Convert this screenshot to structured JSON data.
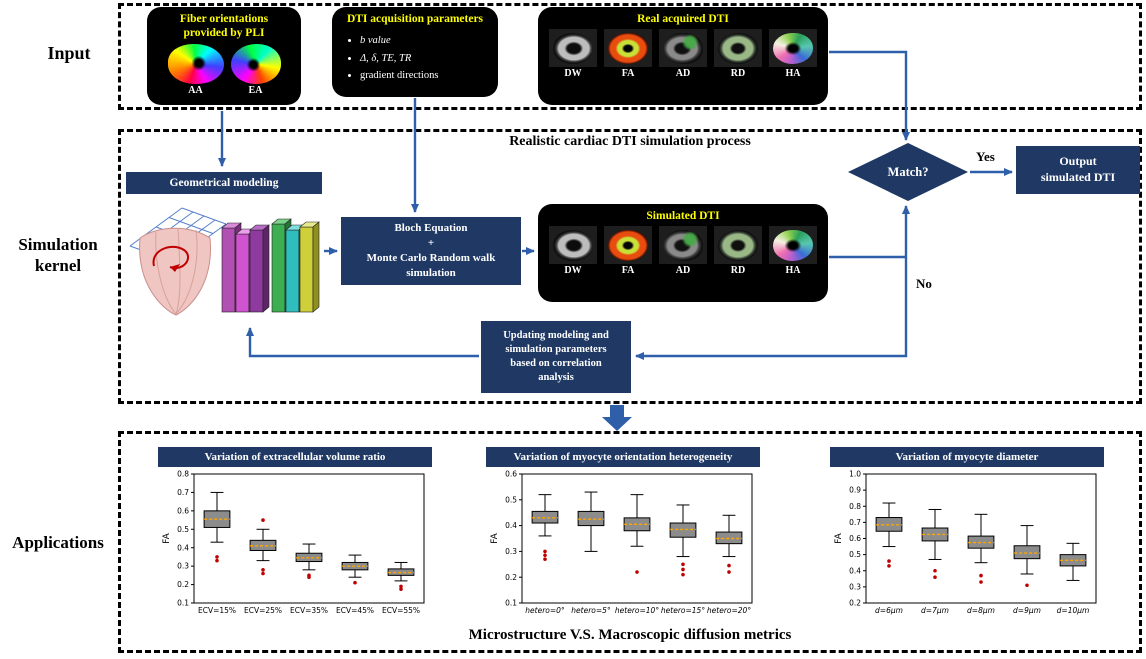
{
  "sections": {
    "input_label": "Input",
    "kernel_label": "Simulation kernel",
    "applications_label": "Applications"
  },
  "input": {
    "pli": {
      "title": "Fiber orientations\nprovided by PLI",
      "labels": [
        "AA",
        "EA"
      ]
    },
    "params": {
      "title": "DTI acquisition parameters",
      "bullets": [
        "b value",
        "Δ, δ, TE, TR",
        "gradient directions"
      ]
    },
    "real_dti": {
      "title": "Real acquired DTI",
      "labels": [
        "DW",
        "FA",
        "AD",
        "RD",
        "HA"
      ]
    }
  },
  "kernel": {
    "title": "Realistic cardiac DTI simulation process",
    "geo_title": "Geometrical modeling",
    "bloch_text": "Bloch Equation\n+\nMonte Carlo Random walk\nsimulation",
    "sim_dti": {
      "title": "Simulated DTI",
      "labels": [
        "DW",
        "FA",
        "AD",
        "RD",
        "HA"
      ]
    },
    "match_label": "Match?",
    "yes_label": "Yes",
    "no_label": "No",
    "output_text": "Output\nsimulated DTI",
    "update_text": "Updating modeling and\nsimulation parameters\nbased on correlation\nanalysis"
  },
  "applications": {
    "caption": "Microstructure V.S. Macroscopic diffusion metrics"
  },
  "colors": {
    "navy": "#1F3864",
    "arrow_blue": "#2F5FA8",
    "title_yellow": "#FFFF00",
    "box_gray": "#8c8c8c",
    "median_orange": "#FFA500",
    "flier_red": "#C00000"
  },
  "chart_data": [
    {
      "type": "boxplot",
      "title": "Variation of extracellular volume ratio",
      "xlabel": "",
      "ylabel": "FA",
      "ylim": [
        0.1,
        0.8
      ],
      "yticks": [
        0.1,
        0.2,
        0.3,
        0.4,
        0.5,
        0.6,
        0.7,
        0.8
      ],
      "categories": [
        "ECV=15%",
        "ECV=25%",
        "ECV=35%",
        "ECV=45%",
        "ECV=55%"
      ],
      "italic_categories": false,
      "boxes": [
        {
          "whislo": 0.43,
          "q1": 0.51,
          "med": 0.555,
          "q3": 0.6,
          "whishi": 0.7,
          "fliers": [
            0.35,
            0.33
          ]
        },
        {
          "whislo": 0.33,
          "q1": 0.385,
          "med": 0.41,
          "q3": 0.44,
          "whishi": 0.5,
          "fliers": [
            0.55,
            0.28,
            0.26
          ]
        },
        {
          "whislo": 0.28,
          "q1": 0.325,
          "med": 0.345,
          "q3": 0.37,
          "whishi": 0.42,
          "fliers": [
            0.25,
            0.24
          ]
        },
        {
          "whislo": 0.24,
          "q1": 0.28,
          "med": 0.3,
          "q3": 0.32,
          "whishi": 0.36,
          "fliers": [
            0.21
          ]
        },
        {
          "whislo": 0.22,
          "q1": 0.25,
          "med": 0.265,
          "q3": 0.285,
          "whishi": 0.32,
          "fliers": [
            0.19,
            0.175
          ]
        }
      ]
    },
    {
      "type": "boxplot",
      "title": "Variation of myocyte orientation heterogeneity",
      "xlabel": "",
      "ylabel": "FA",
      "ylim": [
        0.1,
        0.6
      ],
      "yticks": [
        0.1,
        0.2,
        0.3,
        0.4,
        0.5,
        0.6
      ],
      "categories": [
        "hetero=0°",
        "hetero=5°",
        "hetero=10°",
        "hetero=15°",
        "hetero=20°"
      ],
      "italic_categories": true,
      "boxes": [
        {
          "whislo": 0.36,
          "q1": 0.41,
          "med": 0.43,
          "q3": 0.455,
          "whishi": 0.52,
          "fliers": [
            0.3,
            0.285,
            0.27
          ]
        },
        {
          "whislo": 0.3,
          "q1": 0.4,
          "med": 0.425,
          "q3": 0.455,
          "whishi": 0.53,
          "fliers": []
        },
        {
          "whislo": 0.32,
          "q1": 0.38,
          "med": 0.405,
          "q3": 0.43,
          "whishi": 0.52,
          "fliers": [
            0.22
          ]
        },
        {
          "whislo": 0.28,
          "q1": 0.355,
          "med": 0.385,
          "q3": 0.41,
          "whishi": 0.48,
          "fliers": [
            0.25,
            0.23,
            0.21
          ]
        },
        {
          "whislo": 0.28,
          "q1": 0.33,
          "med": 0.35,
          "q3": 0.375,
          "whishi": 0.44,
          "fliers": [
            0.245,
            0.22
          ]
        }
      ]
    },
    {
      "type": "boxplot",
      "title": "Variation of myocyte diameter",
      "xlabel": "",
      "ylabel": "FA",
      "ylim": [
        0.2,
        1.0
      ],
      "yticks": [
        0.2,
        0.3,
        0.4,
        0.5,
        0.6,
        0.7,
        0.8,
        0.9,
        1.0
      ],
      "categories": [
        "d=6μm",
        "d=7μm",
        "d=8μm",
        "d=9μm",
        "d=10μm"
      ],
      "italic_categories": true,
      "boxes": [
        {
          "whislo": 0.55,
          "q1": 0.645,
          "med": 0.685,
          "q3": 0.73,
          "whishi": 0.82,
          "fliers": [
            0.46,
            0.43
          ]
        },
        {
          "whislo": 0.47,
          "q1": 0.585,
          "med": 0.625,
          "q3": 0.665,
          "whishi": 0.78,
          "fliers": [
            0.4,
            0.36
          ]
        },
        {
          "whislo": 0.45,
          "q1": 0.54,
          "med": 0.575,
          "q3": 0.615,
          "whishi": 0.75,
          "fliers": [
            0.37,
            0.33
          ]
        },
        {
          "whislo": 0.38,
          "q1": 0.475,
          "med": 0.51,
          "q3": 0.555,
          "whishi": 0.68,
          "fliers": [
            0.31
          ]
        },
        {
          "whislo": 0.34,
          "q1": 0.43,
          "med": 0.465,
          "q3": 0.5,
          "whishi": 0.57,
          "fliers": []
        }
      ]
    }
  ]
}
